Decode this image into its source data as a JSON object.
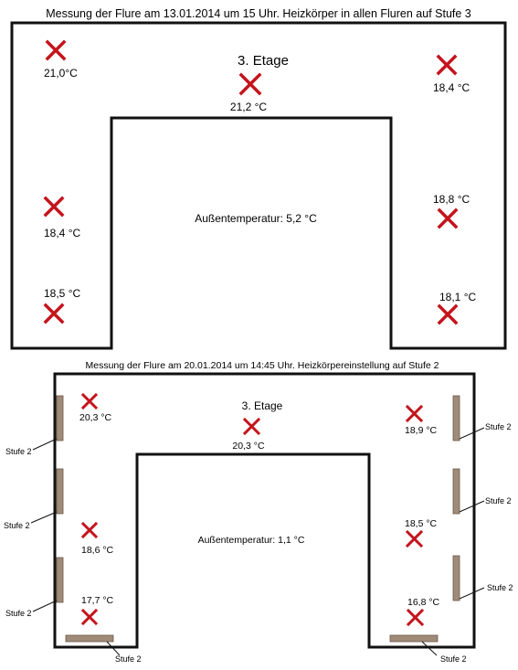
{
  "colors": {
    "marker": "#c4141c",
    "wall": "#111111",
    "radiator": "#a08a78",
    "radiator_stroke": "#6a584a"
  },
  "top": {
    "title": "Messung der Flure am 13.01.2014 um 15 Uhr. Heizkörper in allen Fluren auf Stufe 3",
    "floor": "3. Etage",
    "outside": "Außentemperatur: 5,2 °C",
    "temps": {
      "top_left": "21,0°C",
      "center": "21,2 °C",
      "top_right": "18,4 °C",
      "mid_left": "18,4 °C",
      "mid_right": "18,8 °C",
      "bottom_left": "18,5 °C",
      "bottom_right": "18,1 °C"
    }
  },
  "bottom": {
    "title": "Messung der Flure am 20.01.2014 um 14:45 Uhr. Heizkörpereinstellung auf Stufe 2",
    "floor": "3. Etage",
    "outside": "Außentemperatur: 1,1 °C",
    "temps": {
      "top_left": "20,3 °C",
      "center": "20,3 °C",
      "top_right": "18,9 °C",
      "mid_left": "18,6 °C",
      "mid_right": "18,5 °C",
      "bottom_left": "17,7 °C",
      "bottom_right": "16,8 °C"
    },
    "radiator_label": "Stufe 2"
  }
}
